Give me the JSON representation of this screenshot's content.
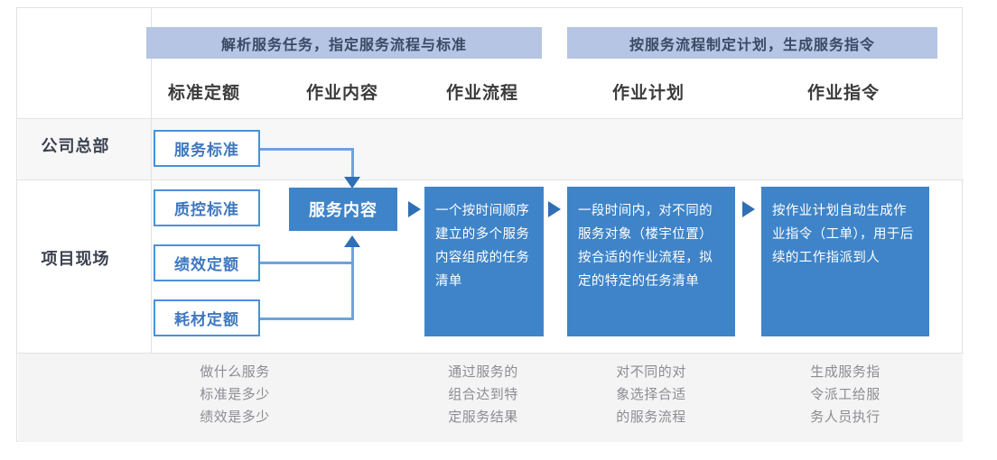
{
  "diagram": {
    "banners": [
      {
        "text": "解析服务任务，指定服务流程与标准"
      },
      {
        "text": "按服务流程制定计划，生成服务指令"
      }
    ],
    "column_headers": [
      {
        "label": "标准定额"
      },
      {
        "label": "作业内容"
      },
      {
        "label": "作业流程"
      },
      {
        "label": "作业计划"
      },
      {
        "label": "作业指令"
      }
    ],
    "row_labels": [
      {
        "label": "公司总部"
      },
      {
        "label": "项目现场"
      }
    ],
    "outline_boxes": [
      {
        "label": "服务标准"
      },
      {
        "label": "质控标准"
      },
      {
        "label": "绩效定额"
      },
      {
        "label": "耗材定额"
      }
    ],
    "filled_boxes": [
      {
        "label": "服务内容"
      },
      {
        "label": "一个按时间顺序建立的多个服务内容组成的任务清单"
      },
      {
        "label": "一段时间内，对不同的服务对象（楼宇位置）按合适的作业流程，拟定的特定的任务清单"
      },
      {
        "label": "按作业计划自动生成作业指令（工单），用于后续的工作指派到人"
      }
    ],
    "footnotes": [
      {
        "line1": "做什么服务",
        "line2": "标准是多少",
        "line3": "绩效是多少"
      },
      {
        "line1": "通过服务的",
        "line2": "组合达到特",
        "line3": "定服务结果"
      },
      {
        "line1": "对不同的对",
        "line2": "象选择合适",
        "line3": "的服务流程"
      },
      {
        "line1": "生成服务指",
        "line2": "令派工给服",
        "line3": "务人员执行"
      }
    ],
    "colors": {
      "banner_bg": "#b6c5e4",
      "banner_text": "#3b4a63",
      "box_fill": "#3f84c8",
      "box_outline": "#4a90d9",
      "outline_text": "#3f78bf",
      "connector": "#6ba3de",
      "arrow": "#2f6fb5",
      "footer_bg": "#f4f4f4",
      "hq_row_bg": "#f7f7f7",
      "grid_line": "#e2e2e2"
    }
  }
}
